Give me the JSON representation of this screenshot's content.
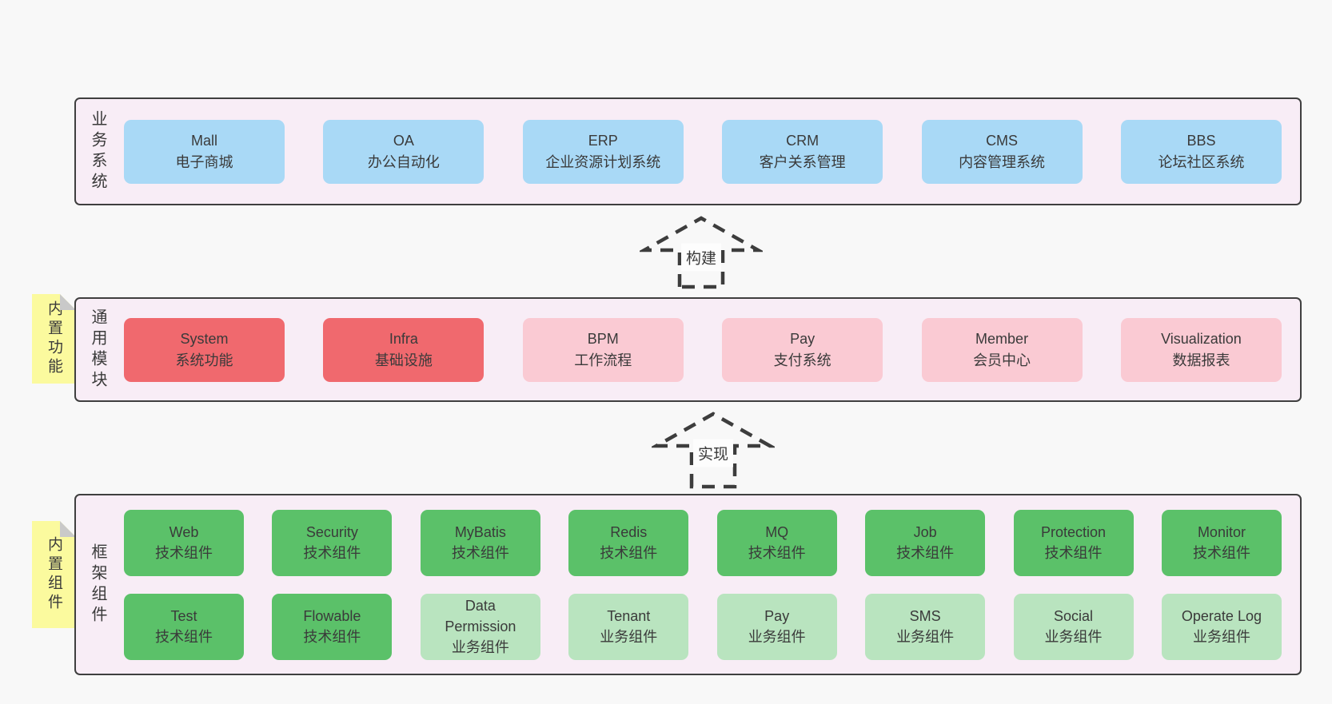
{
  "colors": {
    "page_bg": "#f8f8f8",
    "section_bg": "#f8edf6",
    "section_border": "#3f3f3f",
    "blue_box": "#a9d9f6",
    "red_box": "#f0696e",
    "pink_box": "#facad3",
    "green_box": "#5bc169",
    "light_green_box": "#b9e4bf",
    "sticky_yellow": "#fbfa9e",
    "sticky_fold": "#c9c9c9",
    "text": "#3a3a3a"
  },
  "arrows": [
    {
      "label": "构建",
      "direction": "up"
    },
    {
      "label": "实现",
      "direction": "up"
    }
  ],
  "sections": [
    {
      "id": "business",
      "label": "业务系统",
      "sticky": null,
      "rows": [
        [
          {
            "name": "Mall",
            "desc": "电子商城",
            "variant": "blue"
          },
          {
            "name": "OA",
            "desc": "办公自动化",
            "variant": "blue"
          },
          {
            "name": "ERP",
            "desc": "企业资源计划系统",
            "variant": "blue"
          },
          {
            "name": "CRM",
            "desc": "客户关系管理",
            "variant": "blue"
          },
          {
            "name": "CMS",
            "desc": "内容管理系统",
            "variant": "blue"
          },
          {
            "name": "BBS",
            "desc": "论坛社区系统",
            "variant": "blue"
          }
        ]
      ]
    },
    {
      "id": "modules",
      "label": "通用模块",
      "sticky": "内置功能",
      "rows": [
        [
          {
            "name": "System",
            "desc": "系统功能",
            "variant": "red"
          },
          {
            "name": "Infra",
            "desc": "基础设施",
            "variant": "red"
          },
          {
            "name": "BPM",
            "desc": "工作流程",
            "variant": "pink"
          },
          {
            "name": "Pay",
            "desc": "支付系统",
            "variant": "pink"
          },
          {
            "name": "Member",
            "desc": "会员中心",
            "variant": "pink"
          },
          {
            "name": "Visualization",
            "desc": "数据报表",
            "variant": "pink"
          }
        ]
      ]
    },
    {
      "id": "components",
      "label": "框架组件",
      "sticky": "内置组件",
      "rows": [
        [
          {
            "name": "Web",
            "desc": "技术组件",
            "variant": "green"
          },
          {
            "name": "Security",
            "desc": "技术组件",
            "variant": "green"
          },
          {
            "name": "MyBatis",
            "desc": "技术组件",
            "variant": "green"
          },
          {
            "name": "Redis",
            "desc": "技术组件",
            "variant": "green"
          },
          {
            "name": "MQ",
            "desc": "技术组件",
            "variant": "green"
          },
          {
            "name": "Job",
            "desc": "技术组件",
            "variant": "green"
          },
          {
            "name": "Protection",
            "desc": "技术组件",
            "variant": "green"
          },
          {
            "name": "Monitor",
            "desc": "技术组件",
            "variant": "green"
          }
        ],
        [
          {
            "name": "Test",
            "desc": "技术组件",
            "variant": "green"
          },
          {
            "name": "Flowable",
            "desc": "技术组件",
            "variant": "green"
          },
          {
            "name": "Data Permission",
            "desc": "业务组件",
            "variant": "lightgreen"
          },
          {
            "name": "Tenant",
            "desc": "业务组件",
            "variant": "lightgreen"
          },
          {
            "name": "Pay",
            "desc": "业务组件",
            "variant": "lightgreen"
          },
          {
            "name": "SMS",
            "desc": "业务组件",
            "variant": "lightgreen"
          },
          {
            "name": "Social",
            "desc": "业务组件",
            "variant": "lightgreen"
          },
          {
            "name": "Operate Log",
            "desc": "业务组件",
            "variant": "lightgreen"
          }
        ]
      ]
    }
  ]
}
